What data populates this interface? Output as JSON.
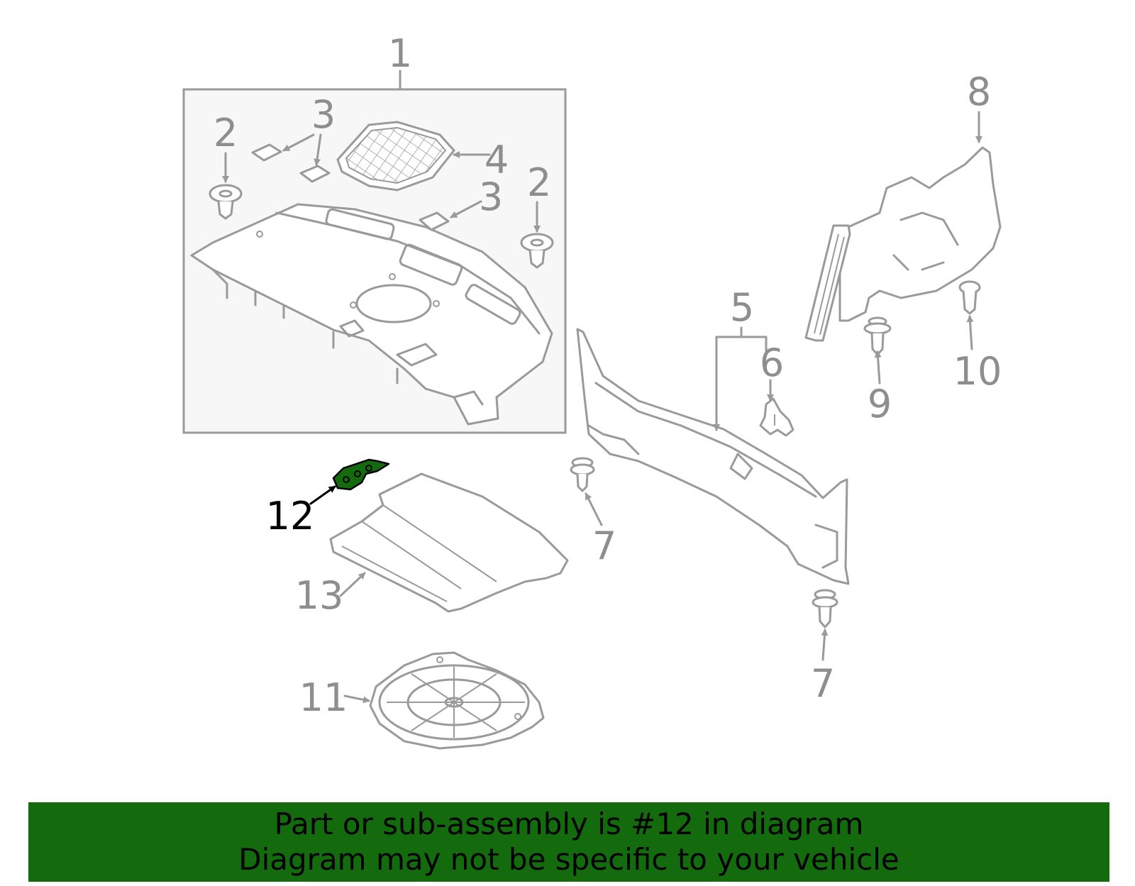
{
  "callouts": {
    "c1": "1",
    "c2a": "2",
    "c2b": "2",
    "c3a": "3",
    "c3b": "3",
    "c4": "4",
    "c5": "5",
    "c6": "6",
    "c7a": "7",
    "c7b": "7",
    "c8": "8",
    "c9": "9",
    "c10": "10",
    "c11": "11",
    "c12": "12",
    "c13": "13"
  },
  "highlighted_part": "12",
  "colors": {
    "line_gray": "#9a9a9a",
    "highlight_fill": "#136b0d",
    "banner_bg": "#136b0d",
    "panel_bg": "#f7f7f7"
  },
  "banner": {
    "line1": "Part or sub-assembly is #12 in diagram",
    "line2": "Diagram may not be specific to your vehicle"
  }
}
